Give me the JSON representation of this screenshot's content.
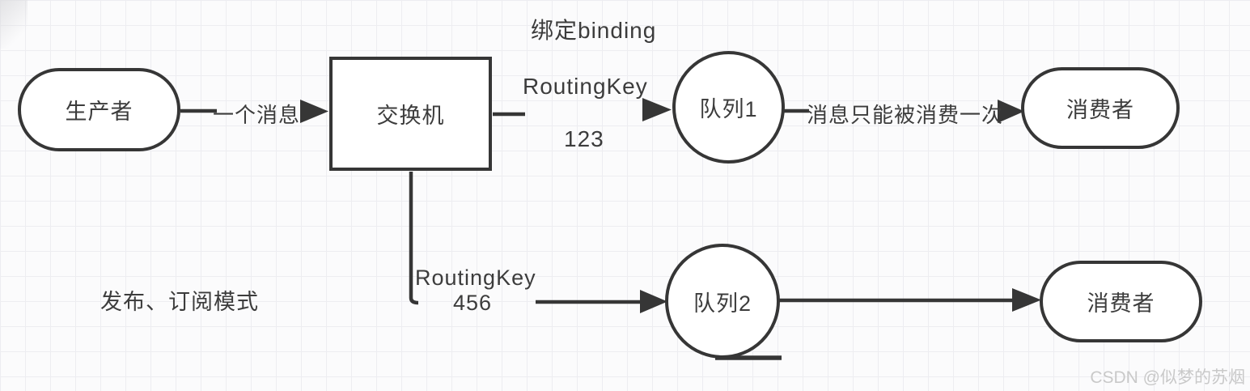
{
  "diagram": {
    "nodes": {
      "producer": {
        "label": "生产者",
        "shape": "stadium"
      },
      "exchange": {
        "label": "交换机",
        "shape": "rectangle"
      },
      "queue1": {
        "label": "队列1",
        "shape": "circle"
      },
      "consumer1": {
        "label": "消费者",
        "shape": "stadium"
      },
      "queue2": {
        "label": "队列2",
        "shape": "circle"
      },
      "consumer2": {
        "label": "消费者",
        "shape": "stadium"
      }
    },
    "labels": {
      "binding": "绑定binding",
      "one_message": "一个消息",
      "routing_key1": "RoutingKey",
      "routing_key1_value": "123",
      "consume_once": "消息只能被消费一次",
      "routing_key2": "RoutingKey",
      "routing_key2_value": "456",
      "pubsub_mode": "发布、订阅模式"
    },
    "watermark": "CSDN @似梦的苏烟",
    "colors": {
      "stroke": "#363636",
      "text": "#3c3c3c",
      "node_fill": "#ffffff",
      "grid": "#ededf1",
      "background": "#fbfbfc",
      "watermark": "#c9c9c9"
    }
  }
}
